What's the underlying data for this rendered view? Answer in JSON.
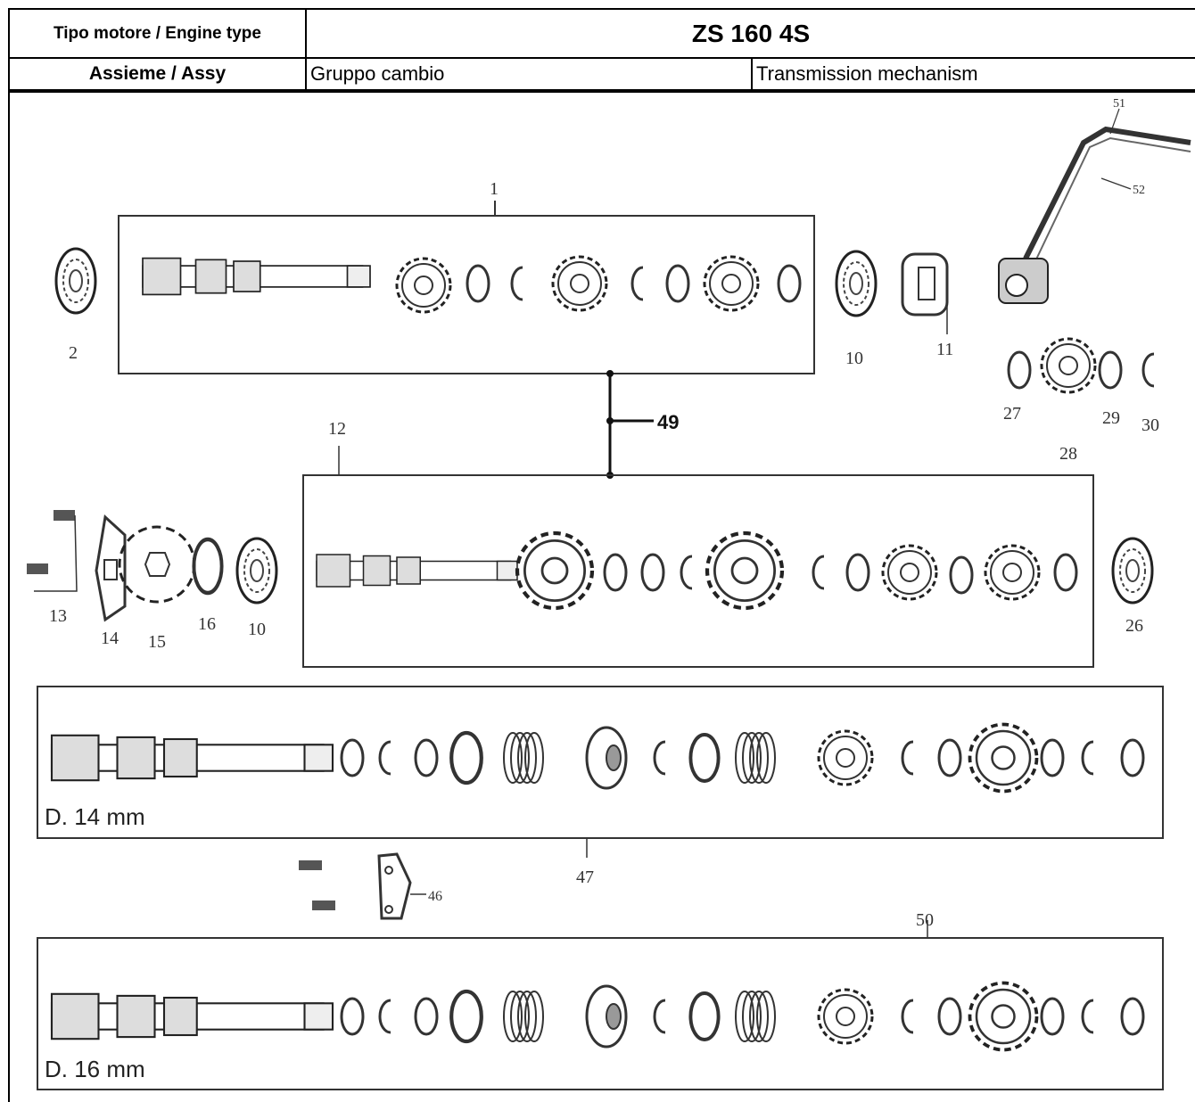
{
  "header": {
    "engine_type_label": "Tipo motore / Engine type",
    "engine_type_value": "ZS 160 4S",
    "assy_label": "Assieme / Assy",
    "assy_it": "Gruppo cambio",
    "assy_en": "Transmission mechanism"
  },
  "diagram": {
    "callouts": {
      "c1": "1",
      "c2": "2",
      "c10a": "10",
      "c11": "11",
      "c51": "51",
      "c52": "52",
      "c27": "27",
      "c28": "28",
      "c29": "29",
      "c30": "30",
      "c12": "12",
      "c49": "49",
      "c13": "13",
      "c14": "14",
      "c15": "15",
      "c16": "16",
      "c10b": "10",
      "c26": "26",
      "c47": "47",
      "c46": "46",
      "c50": "50"
    },
    "shaft_labels": {
      "top": "D. 14 mm",
      "bottom": "D. 16 mm"
    }
  }
}
